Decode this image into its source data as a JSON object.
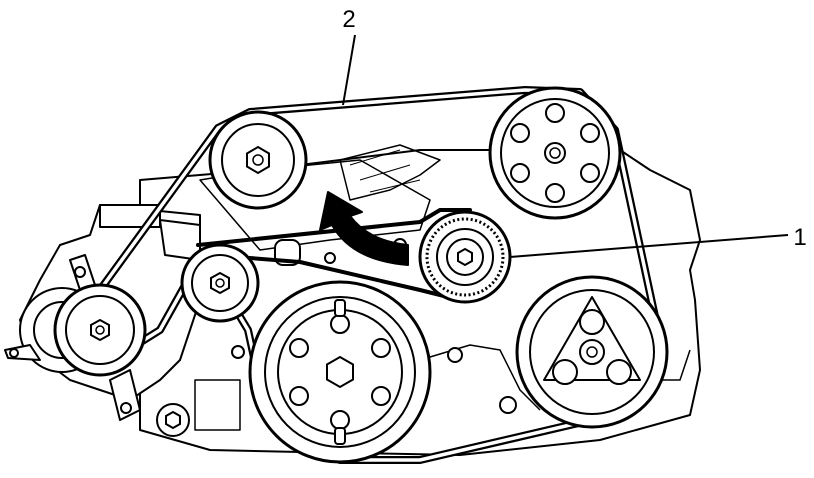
{
  "callouts": [
    {
      "id": "1",
      "label": "1"
    },
    {
      "id": "2",
      "label": "2"
    }
  ],
  "colors": {
    "line": "#000000",
    "background": "#ffffff",
    "fill": "#ffffff"
  },
  "arrow": {
    "icon": "curved-rotation-arrow-icon"
  }
}
